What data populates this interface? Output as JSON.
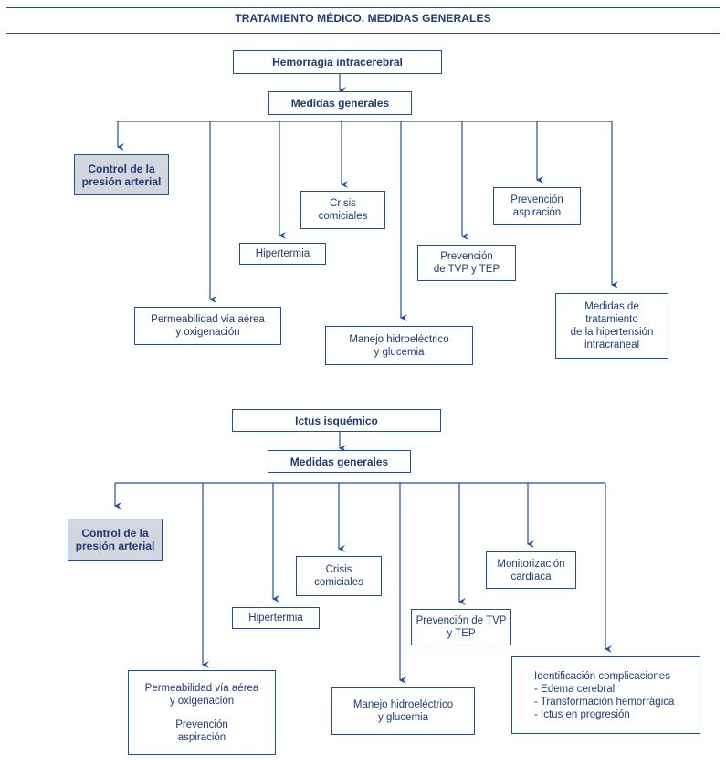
{
  "title": "TRATAMIENTO MÉDICO. MEDIDAS GENERALES",
  "section1": {
    "root": "Hemorragia intracerebral",
    "general": "Medidas generales",
    "control": [
      "Control de la",
      "presión arterial"
    ],
    "permeabilidad": [
      "Permeabilidad vía aérea",
      "y oxigenación"
    ],
    "hipertermia": "Hipertermia",
    "crisis": [
      "Crisis",
      "comiciales"
    ],
    "manejo": [
      "Manejo hidroeléctrico",
      "y glucemia"
    ],
    "tvp": [
      "Prevención",
      "de TVP y TEP"
    ],
    "aspiracion": [
      "Prevención",
      "aspiración"
    ],
    "hic": [
      "Medidas de",
      "tratamiento",
      "de la hipertensión",
      "intracraneal"
    ]
  },
  "section2": {
    "root": "Ictus isquémico",
    "general": "Medidas generales",
    "control": [
      "Control de la",
      "presión arterial"
    ],
    "permeabilidad": [
      "Permeabilidad vía aérea",
      "y oxigenación"
    ],
    "aspiracion": [
      "Prevención",
      "aspiración"
    ],
    "hipertermia": "Hipertermia",
    "crisis": [
      "Crisis",
      "comiciales"
    ],
    "manejo": [
      "Manejo hidroeléctrico",
      "y glucemia"
    ],
    "tvp": [
      "Prevención de TVP",
      "y TEP"
    ],
    "monitor": [
      "Monitorización",
      "cardíaca"
    ],
    "complicaciones": [
      "Identificación complicaciones",
      "- Edema cerebral",
      "- Transformación hemorrágica",
      "- Ictus en progresión"
    ]
  },
  "colors": {
    "line": "#1f4fa0",
    "text": "#1f3a7a",
    "grey_fill": "#d3d6dc"
  }
}
